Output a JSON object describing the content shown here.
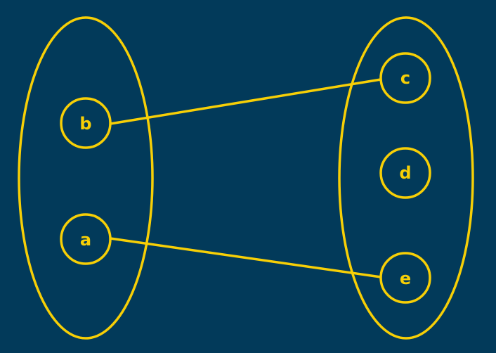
{
  "colors": {
    "background": "#023a5a",
    "accent": "#f7cf06"
  },
  "nodes": {
    "b": "b",
    "a": "a",
    "c": "c",
    "d": "d",
    "e": "e"
  },
  "edges": [
    {
      "from": "b",
      "to": "c"
    },
    {
      "from": "a",
      "to": "e"
    }
  ]
}
